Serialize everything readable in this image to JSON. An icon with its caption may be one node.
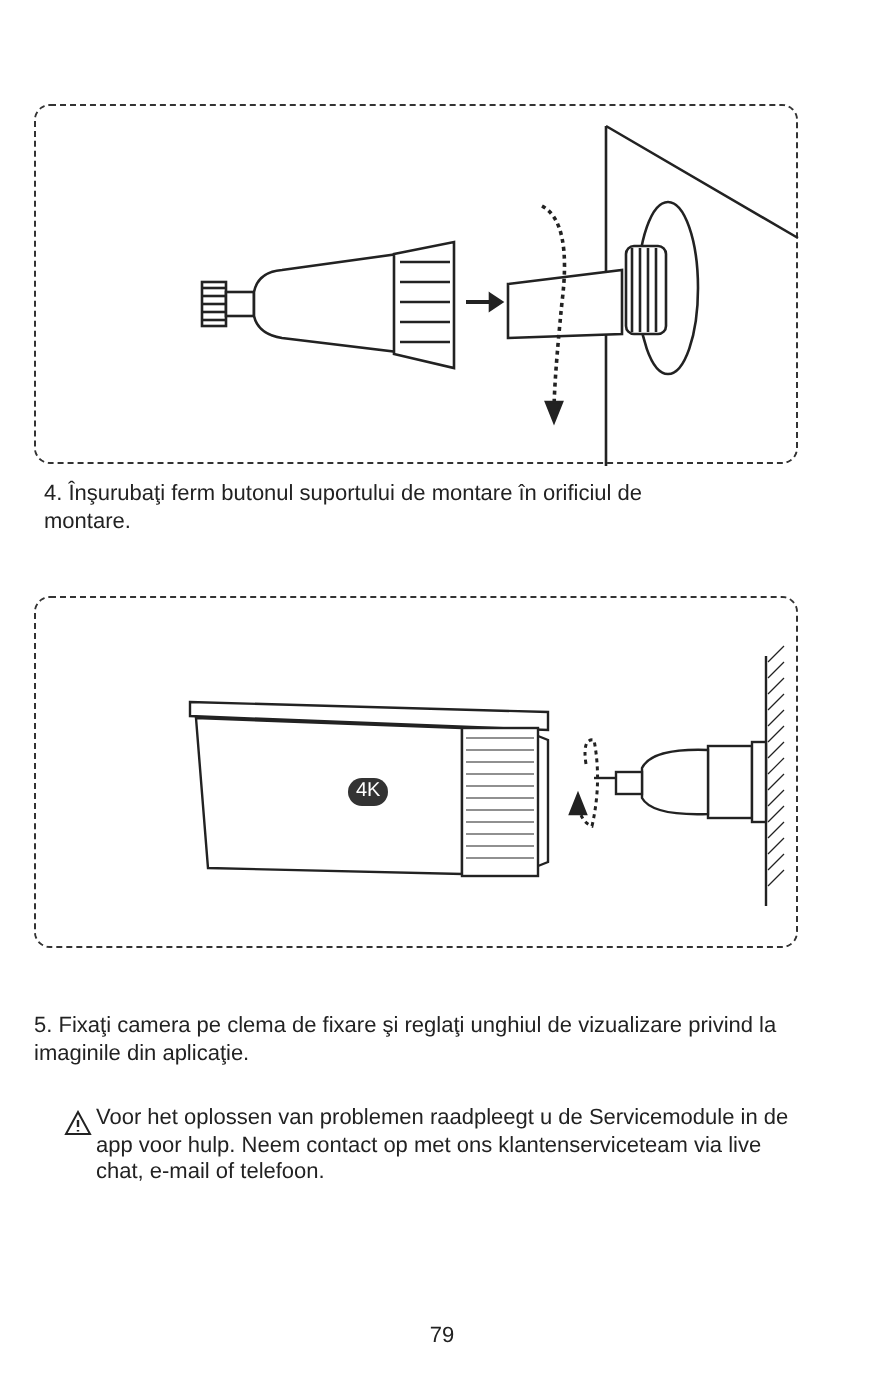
{
  "diagram": {
    "nodes": [
      {
        "text": [
          "4. Înşurubaţi ferm butonul suportului de montare în orificiul de montare."
        ]
      },
      {
        "text": [
          "5. Fixaţi camera pe clema de fixare şi reglaţi unghiul de vizualizare privind la imaginile din aplicaţie."
        ]
      }
    ],
    "edges": [],
    "labels": [
      "4K",
      "Voor het oplossen van problemen raadpleegt u de Servicemodule in de app voor hulp. Neem contact op met ons klantenserviceteam via live chat, e-mail of telefoon.",
      "79"
    ]
  }
}
